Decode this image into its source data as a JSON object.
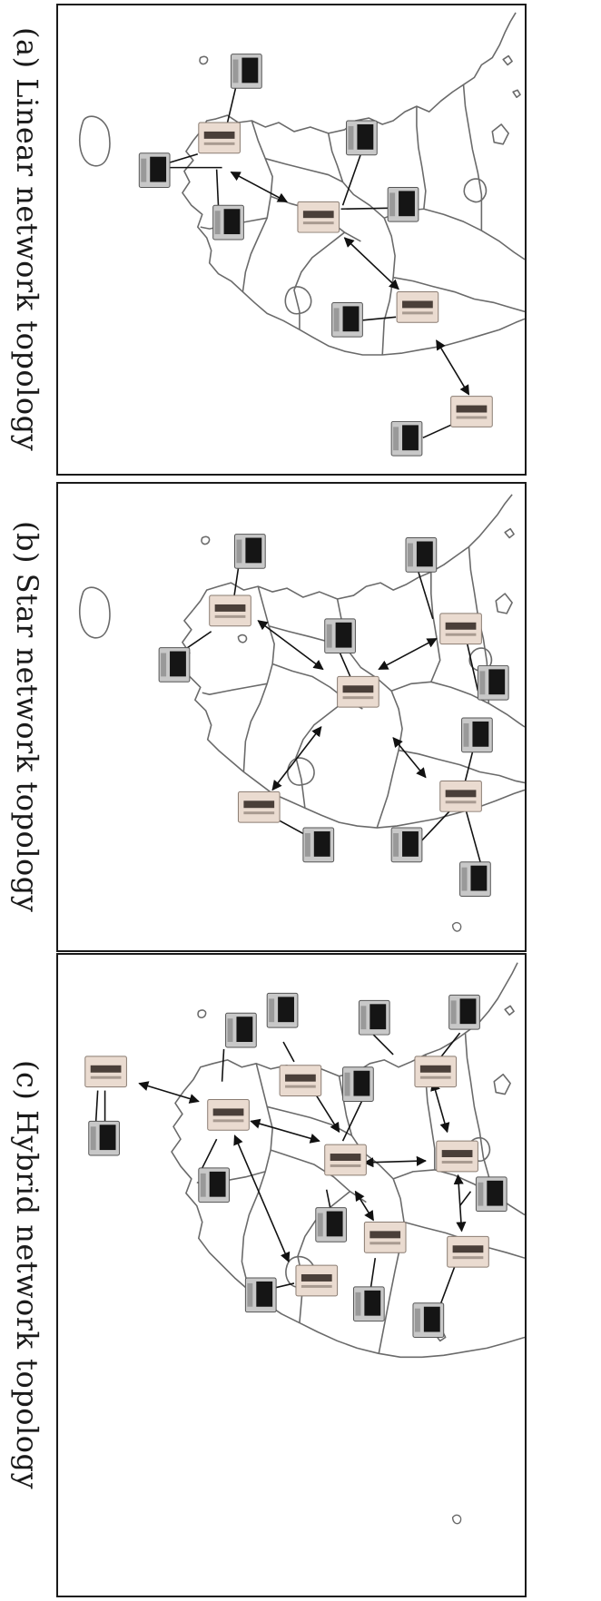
{
  "captions": {
    "a": "(a) Linear network topology",
    "b": "(b) Star network topology",
    "c": "(c) Hybrid network topology"
  },
  "icons": {
    "router": "router-icon",
    "computer": "computer-icon",
    "arrow": "double-arrow"
  },
  "colors": {
    "border": "#1a1a1a",
    "map_outline": "#6a6a6a",
    "router_body": "#eadbd0",
    "computer_body": "#c8c8c8",
    "screen": "#151515"
  }
}
